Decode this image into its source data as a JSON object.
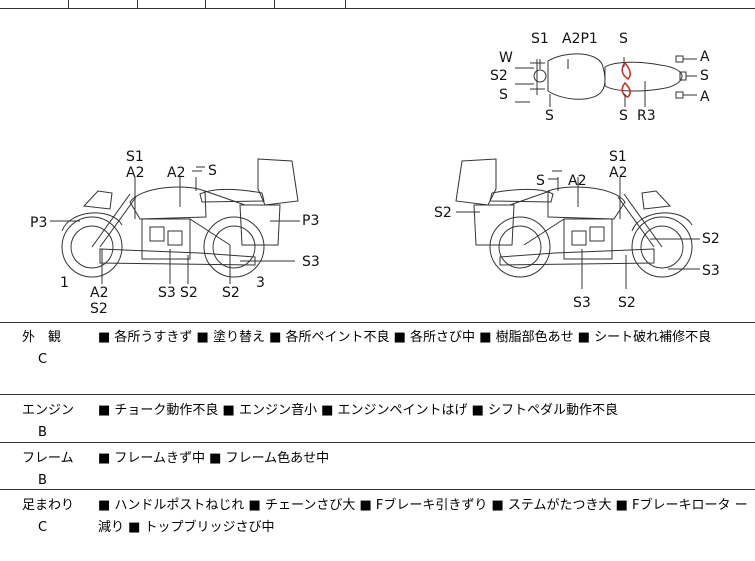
{
  "diagram": {
    "top_view_labels": {
      "s1": "S1",
      "a2p1": "A2P1",
      "s_top": "S",
      "w": "W",
      "s2": "S2",
      "s_left": "S",
      "s_bottom_left": "S",
      "s_bottom_mid": "S",
      "r3": "R3",
      "a_top": "A",
      "s_right": "S",
      "a_bottom": "A"
    },
    "left_view_labels": {
      "s1": "S1",
      "a2_upper": "A2",
      "a2_tank": "A2",
      "s_mirror": "S",
      "p3_left": "P3",
      "p3_right": "P3",
      "s3_right": "S3",
      "num_1": "1",
      "num_3": "3",
      "a2_bottom": "A2",
      "s2_bottom": "S2",
      "s3_bottom": "S3",
      "s2_mid": "S2",
      "s2_right": "S2"
    },
    "right_view_labels": {
      "s_mirror": "S",
      "a2_tank": "A2",
      "s1": "S1",
      "a2_upper": "A2",
      "s2_left": "S2",
      "s2_right_upper": "S2",
      "s3_right": "S3",
      "s3_bottom": "S3",
      "s2_bottom": "S2"
    }
  },
  "sections": [
    {
      "name": "外　観",
      "grade": "C",
      "notes": "■ 各所うすきず ■ 塗り替え ■ 各所ペイント不良 ■ 各所さび中 ■ 樹脂部色あせ ■ シート破れ補修不良"
    },
    {
      "name": "エンジン",
      "grade": "B",
      "notes": "■ チョーク動作不良 ■ エンジン音小 ■ エンジンペイントはげ ■ シフトペダル動作不良"
    },
    {
      "name": "フレーム",
      "grade": "B",
      "notes": "■ フレームきず中 ■ フレーム色あせ中"
    },
    {
      "name": "足まわり",
      "grade": "C",
      "notes": "■ ハンドルポストねじれ ■ チェーンさび大 ■ Fブレーキ引きずり ■ ステムがたつき大 ■ Fブレーキロータ ー減り ■ トップブリッジさび中"
    }
  ],
  "colors": {
    "line": "#333333",
    "accent_damage": "#c0392b"
  }
}
